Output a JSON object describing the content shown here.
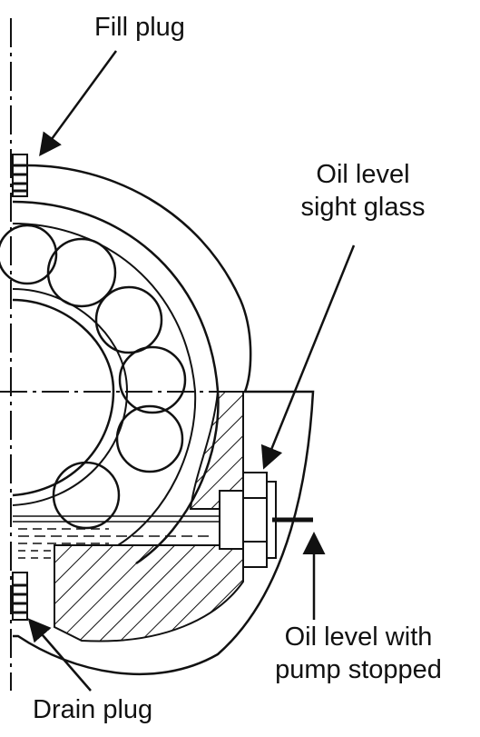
{
  "labels": {
    "fill_plug": "Fill plug",
    "oil_level_sight_glass_line1": "Oil level",
    "oil_level_sight_glass_line2": "sight glass",
    "oil_level_pump_stopped_line1": "Oil level with",
    "oil_level_pump_stopped_line2": "pump stopped",
    "drain_plug": "Drain plug"
  },
  "colors": {
    "ink": "#111111",
    "background": "#ffffff"
  }
}
